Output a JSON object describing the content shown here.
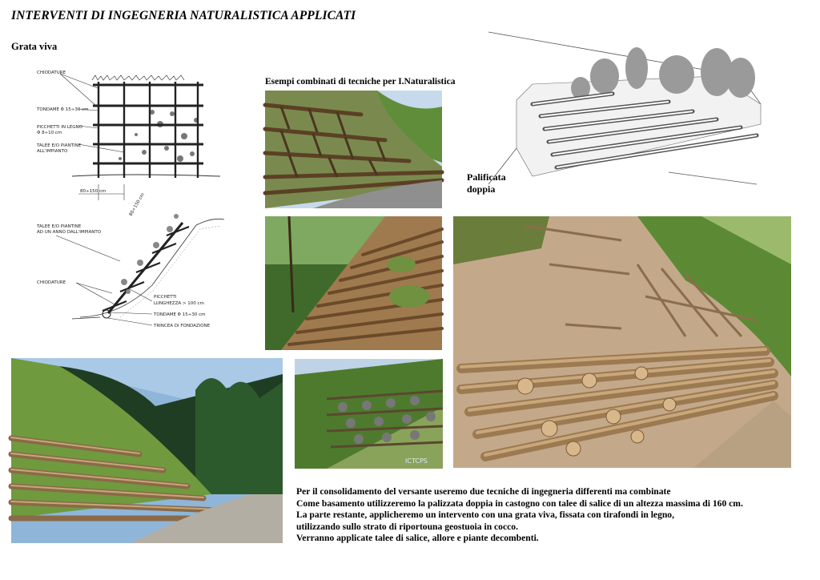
{
  "title": "INTERVENTI DI INGEGNERIA NATURALISTICA APPLICATI",
  "section_grata": "Grata viva",
  "section_esempi": "Esempi combinati di tecniche per I.Naturalistica",
  "section_palificata": [
    "Palificata",
    "doppia"
  ],
  "drawing_front": {
    "labels": [
      "CHIODATURE",
      "TONDAME Φ 15÷30 cm",
      "PICCHETTI IN LEGNO",
      "Φ 8÷10 cm",
      "TALEE E/O PIANTINE",
      "ALL'IMPIANTO"
    ],
    "dimension": "80÷150 cm"
  },
  "drawing_section": {
    "labels": [
      "TALEE E/O PIANTINE",
      "AD UN ANNO DALL'IMPIANTO",
      "CHIODATURE",
      "PICCHETTI",
      "LUNGHEZZA > 100 cm",
      "TONDAME Φ 15÷30 cm",
      "TRINCEA DI FONDAZIONE"
    ],
    "dimension": "80÷150 cm"
  },
  "photo_watermark": "ICTCPS",
  "bottom_text": [
    "Per il consolidamento del versante useremo due tecniche di ingegneria differenti ma combinate",
    "Come basamento utilizzeremo la palizzata doppia in castogno con talee di salice di un altezza massima di 160 cm.",
    "La parte restante, applicheremo un intervento con una grata viva, fissata con tirafondi in legno,",
    "utilizzando sullo strato di riportouna geostuoia in cocco.",
    "Verranno applicate talee di salice, allore e  piante decombenti."
  ]
}
